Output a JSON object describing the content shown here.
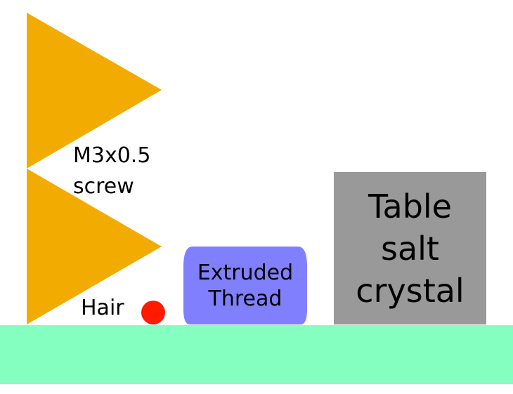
{
  "diagram": {
    "colors": {
      "background": "#ffffff",
      "screw": "#f2ab00",
      "hair": "#ff1a00",
      "thread": "#8080ff",
      "salt": "#999999",
      "ground": "#84ffc0",
      "text": "#000000"
    },
    "screw": {
      "label_line1": "M3x0.5",
      "label_line2": "screw",
      "teeth_count": 2
    },
    "hair": {
      "label": "Hair"
    },
    "thread": {
      "label_line1": "Extruded",
      "label_line2": "Thread"
    },
    "salt": {
      "label_line1": "Table",
      "label_line2": "salt",
      "label_line3": "crystal"
    }
  }
}
